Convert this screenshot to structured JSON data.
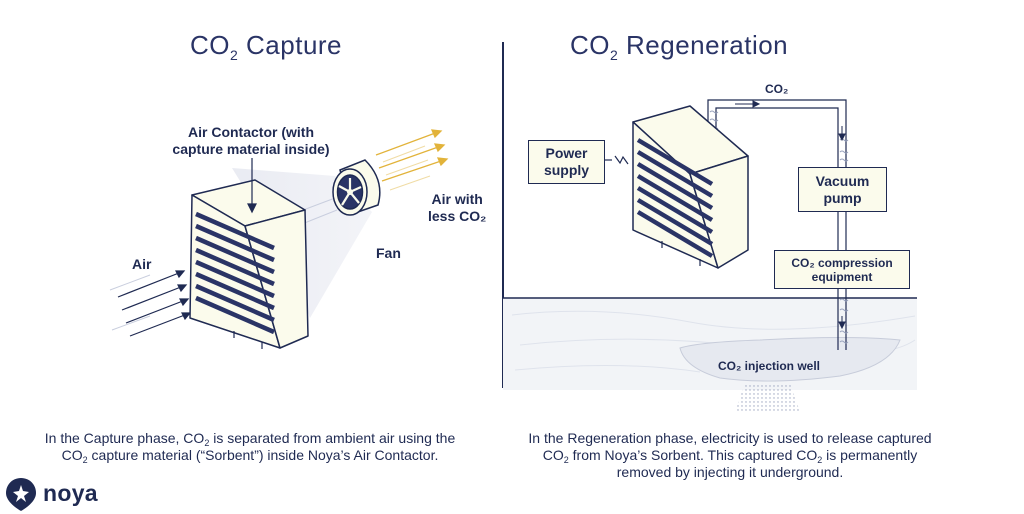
{
  "capture": {
    "title_prefix": "CO",
    "title_sub": "2",
    "title_suffix": " Capture",
    "air_contactor_label": "Air Contactor (with capture material inside)",
    "air_contactor_line1": "Air Contactor (with",
    "air_contactor_line2": "capture material inside)",
    "fan_label": "Fan",
    "air_label": "Air",
    "air_out_line1": "Air with",
    "air_out_line2": "less CO₂"
  },
  "regeneration": {
    "title_prefix": "CO",
    "title_sub": "2",
    "title_suffix": " Regeneration",
    "co2_label": "CO₂",
    "power_line1": "Power",
    "power_line2": "supply",
    "vacuum_line1": "Vacuum",
    "vacuum_line2": "pump",
    "compression_line1": "CO₂ compression",
    "compression_line2": "equipment",
    "well_label": "CO₂ injection well"
  },
  "captions": {
    "left_p1": "In the Capture phase, CO",
    "left_p2": " is separated from ambient air using the CO",
    "left_p3": " capture material (“Sorbent”) inside Noya’s Air Contactor.",
    "right_p1": "In the Regeneration phase, electricity is used to release captured CO",
    "right_p2": " from Noya’s Sorbent. This captured CO",
    "right_p3": " is permanently removed by injecting it underground.",
    "sub": "2"
  },
  "brand": {
    "name": "noya",
    "logo_icon": "noya-logo-icon"
  },
  "colors": {
    "navy": "#1f2a52",
    "cream": "#fbfbec",
    "gold_arrows": "#e2b33a",
    "ground": "#f2f4f7"
  }
}
